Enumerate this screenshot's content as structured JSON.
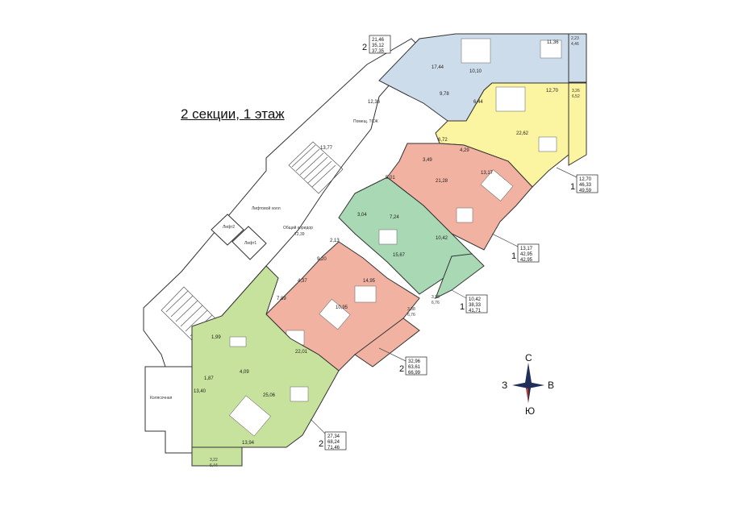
{
  "title": "2 секции, 1 этаж",
  "compass": {
    "north": "С",
    "south": "Ю",
    "west": "З",
    "east": "В"
  },
  "common_areas": {
    "lift_hall": "Лифтовой холл",
    "lift1": "Лифт1",
    "lift2": "Лифт2",
    "corridor_name": "Общий коридор",
    "corridor_area": "72,39",
    "tsj_room": "Помещ. ТСЖ",
    "stroller_room": "Колясочная",
    "area_13_77": "13,77",
    "area_12_36": "12,36"
  },
  "apartments": [
    {
      "id": "blue",
      "color": "#cddcea",
      "rooms": "2",
      "box": [
        "21,46",
        "35,12",
        "37,35"
      ],
      "room_areas": [
        "17,44",
        "10,10",
        "11,36",
        "9,78",
        "6,44"
      ],
      "balcony": [
        "2,23",
        "4,46"
      ]
    },
    {
      "id": "yellow",
      "color": "#fbf4a0",
      "rooms": "1",
      "box": [
        "12,70",
        "46,33",
        "49,59"
      ],
      "room_areas": [
        "12,70",
        "22,62",
        "6,72",
        "4,29"
      ],
      "balcony": [
        "3,26",
        "6,52"
      ]
    },
    {
      "id": "salmon-top",
      "color": "#f2b2a2",
      "rooms": "1",
      "box": [
        "13,17",
        "42,95",
        "42,95"
      ],
      "room_areas": [
        "21,28",
        "13,17",
        "3,49",
        "5,01"
      ]
    },
    {
      "id": "green",
      "color": "#a8d8b4",
      "rooms": "1",
      "box": [
        "10,42",
        "38,33",
        "41,71"
      ],
      "room_areas": [
        "15,67",
        "10,42",
        "7,24",
        "3,04"
      ],
      "balcony": [
        "3,38",
        "6,76"
      ]
    },
    {
      "id": "salmon-mid",
      "color": "#f2b2a2",
      "rooms": "2",
      "box": [
        "32,96",
        "63,61",
        "66,99"
      ],
      "room_areas": [
        "14,95",
        "10,95",
        "22,01",
        "9,20",
        "4,37",
        "2,13"
      ],
      "balcony": [
        "3,38",
        "6,76"
      ]
    },
    {
      "id": "lime",
      "color": "#c7e29c",
      "rooms": "2",
      "box": [
        "27,34",
        "68,24",
        "71,46"
      ],
      "room_areas": [
        "25,06",
        "13,94",
        "13,40",
        "7,89",
        "4,09",
        "1,99",
        "1,87"
      ],
      "balcony": [
        "3,22",
        "6,44"
      ]
    }
  ]
}
